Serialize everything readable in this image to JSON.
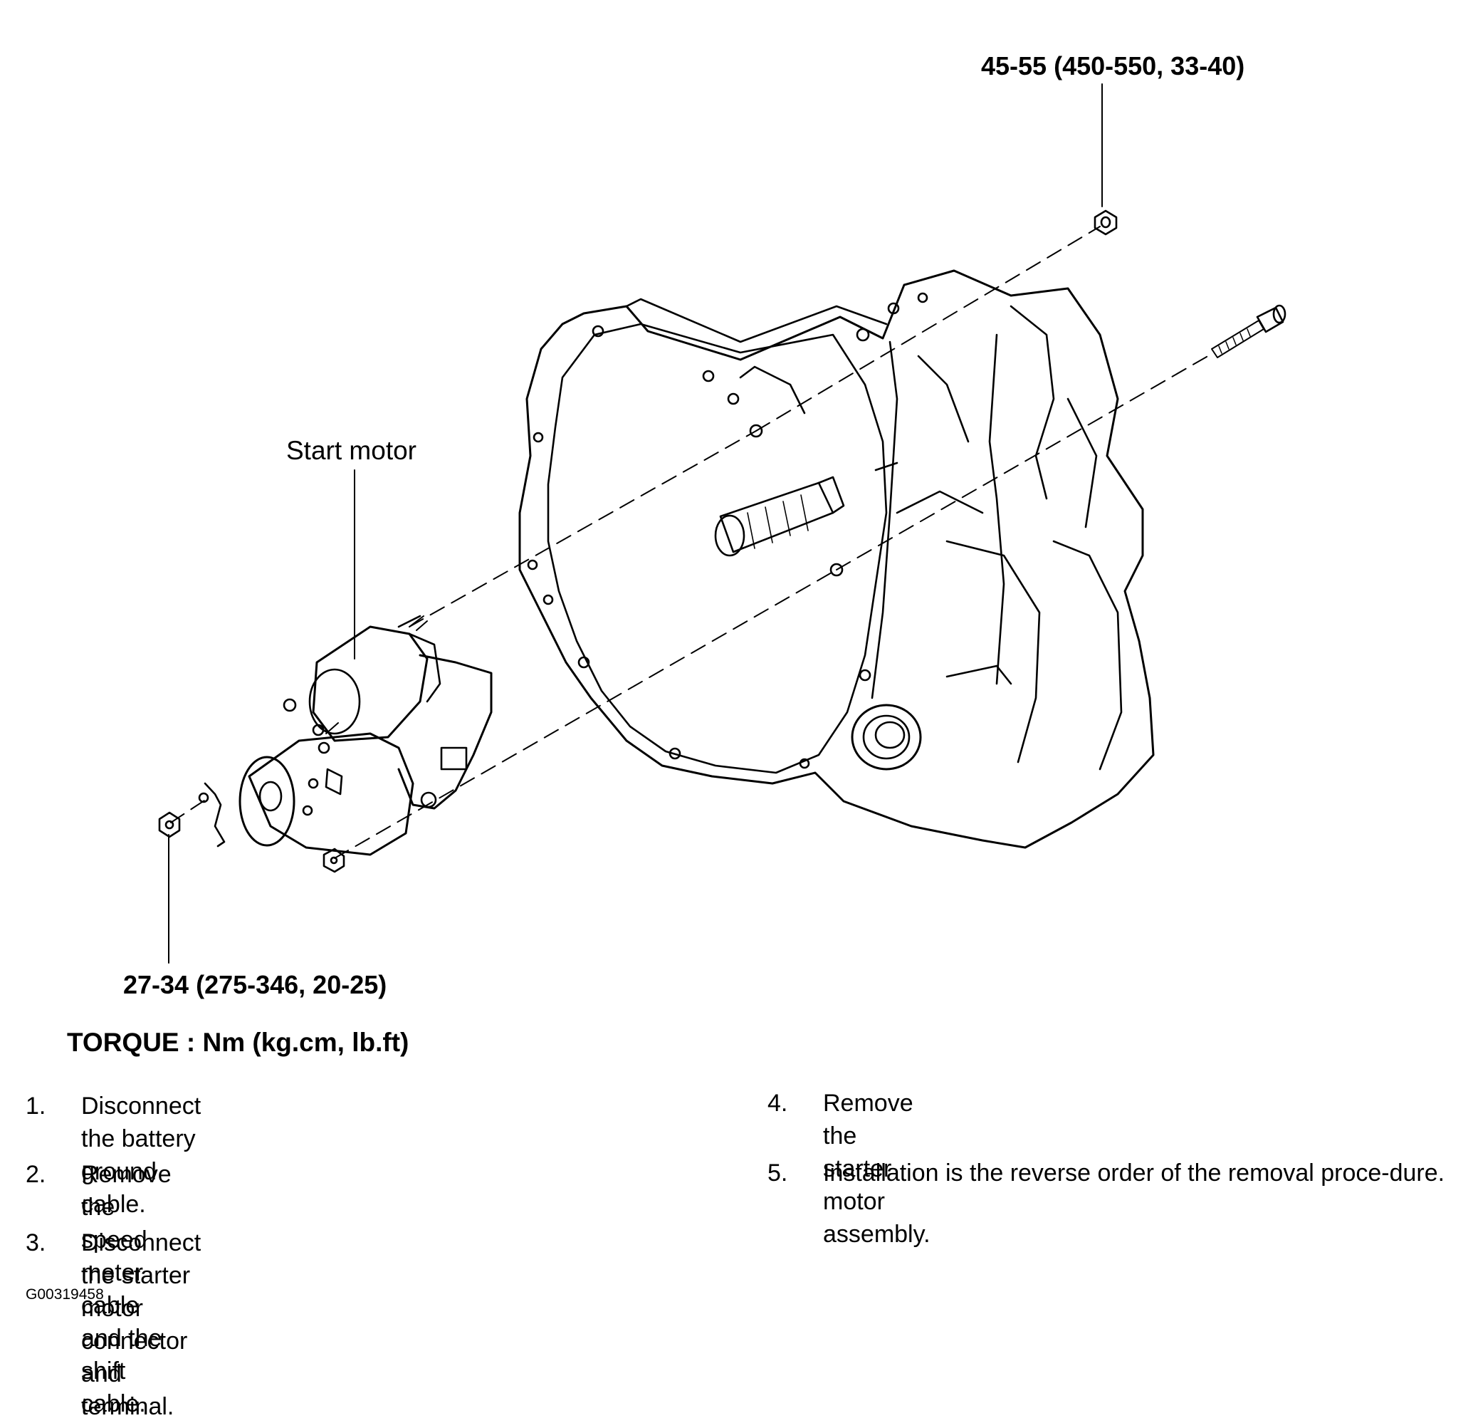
{
  "callouts": {
    "nut_torque": "45-55 (450-550, 33-40)",
    "starter": "Start motor",
    "bolt_torque": "27-34 (275-346, 20-25)"
  },
  "legend": {
    "torque": "TORQUE : Nm (kg.cm, lb.ft)"
  },
  "steps": [
    {
      "num": "1.",
      "text": "Disconnect the battery ground cable."
    },
    {
      "num": "2.",
      "text": "Remove the speed meter cable and the shift cable."
    },
    {
      "num": "3.",
      "text": "Disconnect the starter motor connector and terminal."
    },
    {
      "num": "4.",
      "text": "Remove the starter motor assembly."
    },
    {
      "num": "5.",
      "text": "Installation is the reverse order of the removal proce-dure."
    }
  ],
  "figure_id": "G00319458"
}
